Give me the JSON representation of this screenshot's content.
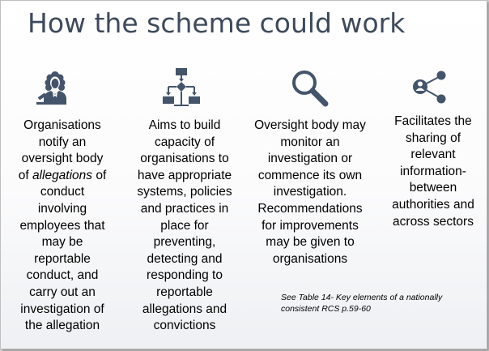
{
  "slide": {
    "title": "How the scheme could work",
    "columns": [
      {
        "icon": "judge-icon",
        "lines": [
          {
            "text": "Organisations"
          },
          {
            "text": "notify an"
          },
          {
            "text": "oversight body"
          },
          {
            "text_before": "of ",
            "text_em": "allegations",
            "text_after": " of"
          },
          {
            "text": "conduct"
          },
          {
            "text": "involving"
          },
          {
            "text": "employees that"
          },
          {
            "text": "may be"
          },
          {
            "text": "reportable"
          },
          {
            "text": "conduct, and"
          },
          {
            "text": "carry out an"
          },
          {
            "text": "investigation of"
          },
          {
            "text": "the allegation"
          }
        ]
      },
      {
        "icon": "flowchart-icon",
        "lines": [
          "Aims to build",
          "capacity of",
          "organisations to",
          "have appropriate",
          "systems, policies",
          "and practices in",
          "place for",
          "preventing,",
          "detecting and",
          "responding to",
          "reportable",
          "allegations and",
          "convictions"
        ]
      },
      {
        "icon": "magnifier-icon",
        "lines": [
          "Oversight body may",
          "monitor an",
          "investigation or",
          "commence its own",
          "investigation.",
          "Recommendations",
          "for improvements",
          "may be given to",
          "organisations"
        ]
      },
      {
        "icon": "share-icon",
        "lines": [
          "Facilitates the",
          "sharing of",
          "relevant",
          "information-",
          "between",
          "authorities and",
          "across sectors"
        ]
      }
    ],
    "footnote": {
      "line1": "See Table 14- Key elements of a nationally",
      "line2": "consistent RCS p.59-60"
    },
    "colors": {
      "title": "#3e4a5c",
      "icon": "#44546a"
    }
  }
}
